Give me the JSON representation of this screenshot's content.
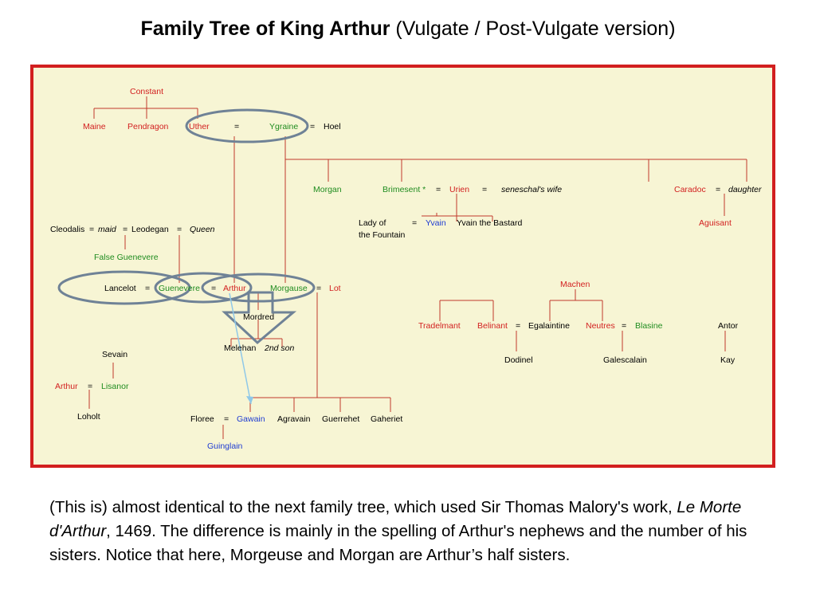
{
  "title": {
    "bold": "Family Tree of King Arthur",
    "normal": " (Vulgate / Post-Vulgate version)"
  },
  "colors": {
    "frame_border": "#d21f1f",
    "frame_bg": "#f7f5d4",
    "red_names": "#d21f1f",
    "green_names": "#1f8c1f",
    "blue_names": "#1f3cd2",
    "lines": "#c0392b",
    "highlight": "#6f8296"
  },
  "tree": {
    "constant": "Constant",
    "maine": "Maine",
    "pendragon": "Pendragon",
    "uther": "Uther",
    "eq1": "=",
    "ygraine": "Ygraine",
    "eq2": "=",
    "hoel": "Hoel",
    "morgan": "Morgan",
    "brimesent": "Brimesent *",
    "eq3": "=",
    "urien": "Urien",
    "eq4": "=",
    "seneschals_wife": "seneschal's wife",
    "caradoc": "Caradoc",
    "eq5": "=",
    "daughter": "daughter",
    "lady_line1": "Lady of",
    "lady_line2": "the Fountain",
    "eq6": "=",
    "yvain": "Yvain",
    "yvain_bastard": "Yvain the Bastard",
    "aguisant": "Aguisant",
    "cleodalis": "Cleodalis",
    "eq7": "=",
    "maid": "maid",
    "eq8": "=",
    "leodegan": "Leodegan",
    "eq9": "=",
    "queen": "Queen",
    "false_guenevere": "False Guenevere",
    "lancelot": "Lancelot",
    "eq10": "=",
    "guenevere": "Guenevere",
    "eq11": "=",
    "arthur": "Arthur",
    "morgause": "Morgause",
    "eq12": "=",
    "lot": "Lot",
    "mordred": "Mordred",
    "melehan": "Melehan",
    "second_son": "2nd son",
    "machen": "Machen",
    "tradelmant": "Tradelmant",
    "belinant": "Belinant",
    "eq13": "=",
    "egalaintine": "Egalaintine",
    "neutres": "Neutres",
    "eq14": "=",
    "blasine": "Blasine",
    "antor": "Antor",
    "dodinel": "Dodinel",
    "galescalain": "Galescalain",
    "kay": "Kay",
    "sevain": "Sevain",
    "arthur2": "Arthur",
    "eq15": "=",
    "lisanor": "Lisanor",
    "loholt": "Loholt",
    "floree": "Floree",
    "eq16": "=",
    "gawain": "Gawain",
    "agravain": "Agravain",
    "guerrehet": "Guerrehet",
    "gaheriet": "Gaheriet",
    "guinglain": "Guinglain"
  },
  "caption": {
    "part1": "(This is) almost identical to the next family tree, which used Sir Thomas Malory's work, ",
    "italic": "Le Morte d'Arthur",
    "part2": ", 1469. The difference is mainly in the spelling of Arthur's nephews and the number of his sisters.  Notice that here, Morgeuse and Morgan are Arthur’s half sisters."
  }
}
